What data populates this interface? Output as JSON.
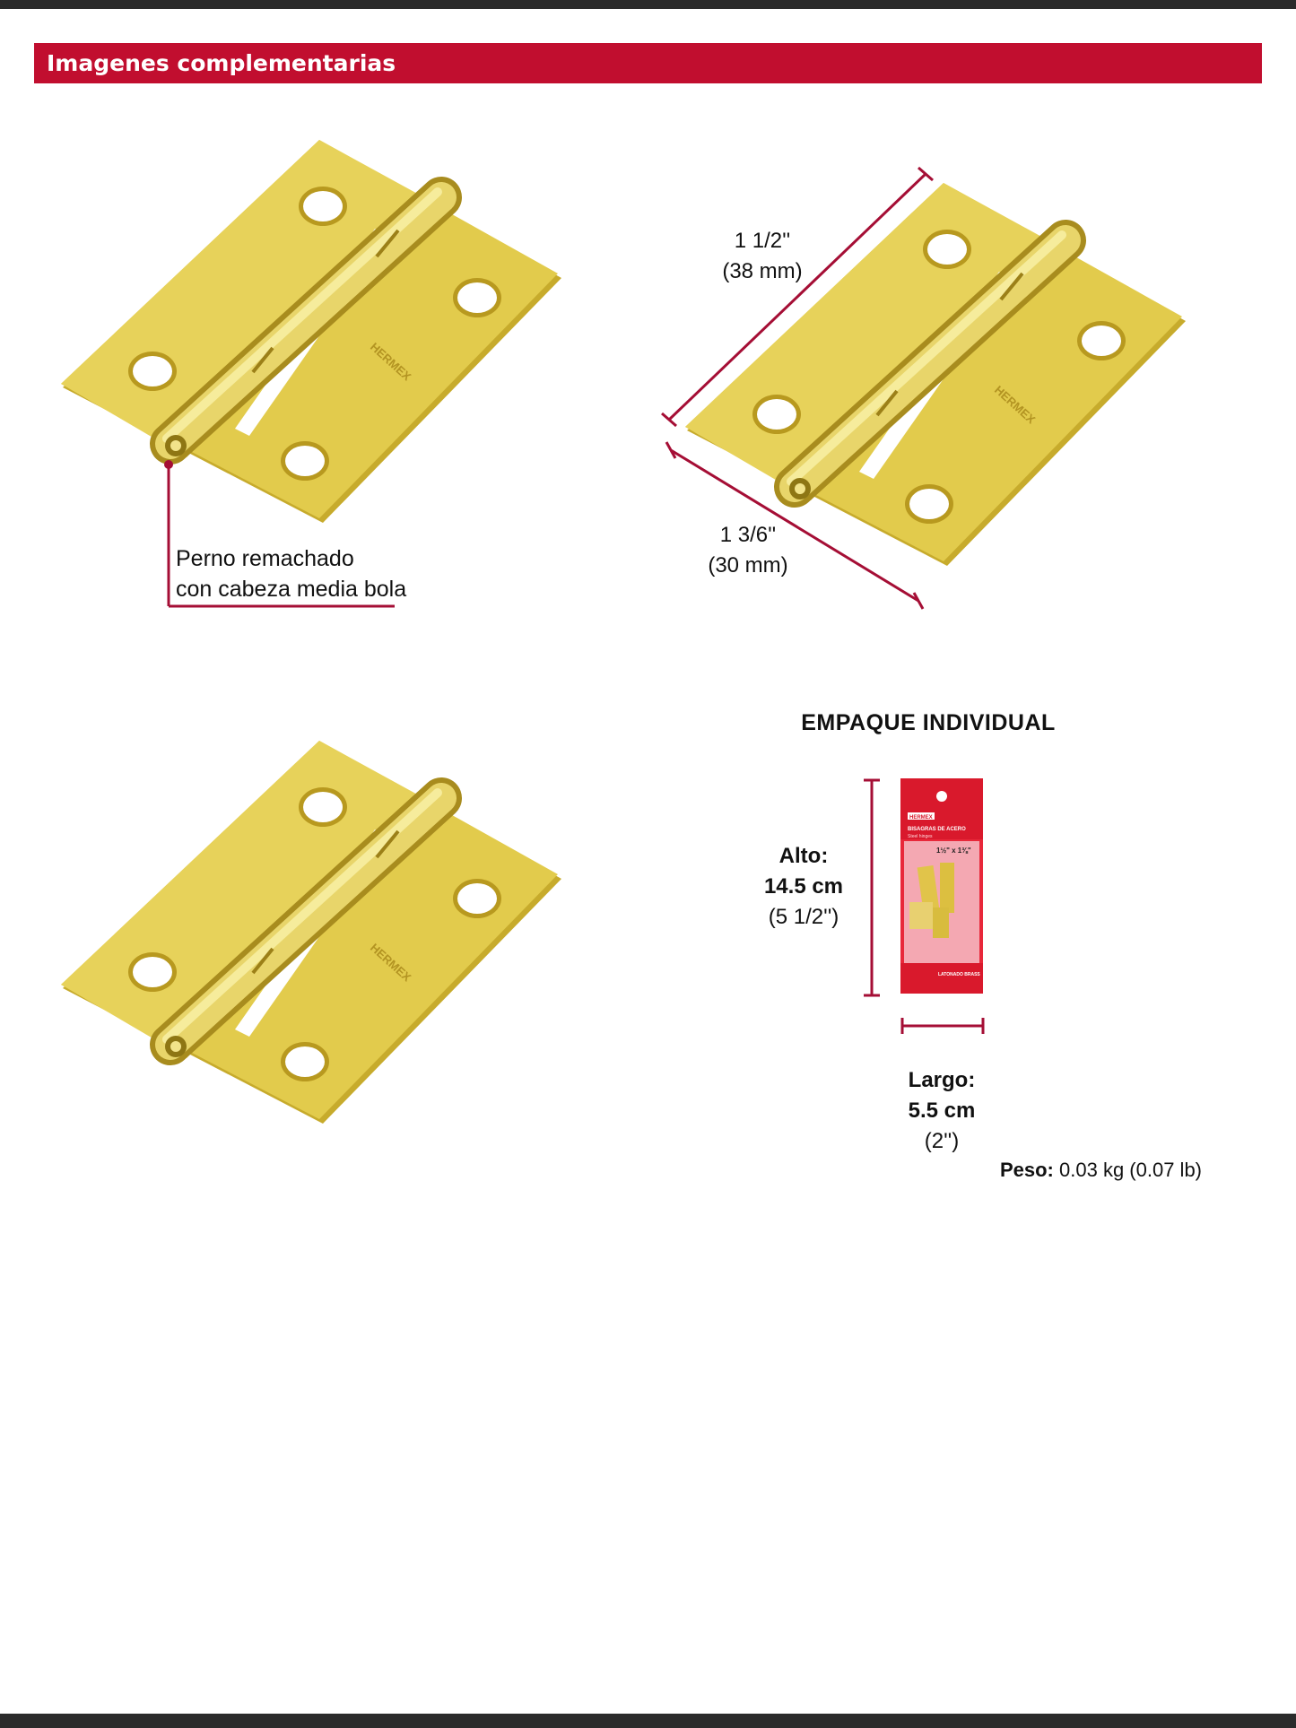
{
  "header": {
    "title": "Imagenes complementarias"
  },
  "hinge": {
    "brand": "HERMEX",
    "color": "#e2cb4c",
    "edge_color": "#c7ab2c"
  },
  "callout": {
    "line1": "Perno remachado",
    "line2": "con cabeza media bola"
  },
  "dimensions": {
    "height_in": "1 1/2''",
    "height_mm": "(38 mm)",
    "width_in": "1 3/6''",
    "width_mm": "(30 mm)"
  },
  "package": {
    "title": "EMPAQUE INDIVIDUAL",
    "alto_label": "Alto:",
    "alto_cm": "14.5 cm",
    "alto_in": "(5 1/2'')",
    "largo_label": "Largo:",
    "largo_cm": "5.5 cm",
    "largo_in": "(2'')",
    "peso_label": "Peso:",
    "peso_value": "0.03 kg (0.07 lb)",
    "brand": "HERMEX",
    "product_name": "BISAGRAS DE ACERO",
    "product_sub": "Steel hinges",
    "size": "1½\" x 1⅜\"",
    "finish": "LATONADO BRASS"
  },
  "colors": {
    "accent": "#c10e2f",
    "dim_line": "#a50e35"
  }
}
